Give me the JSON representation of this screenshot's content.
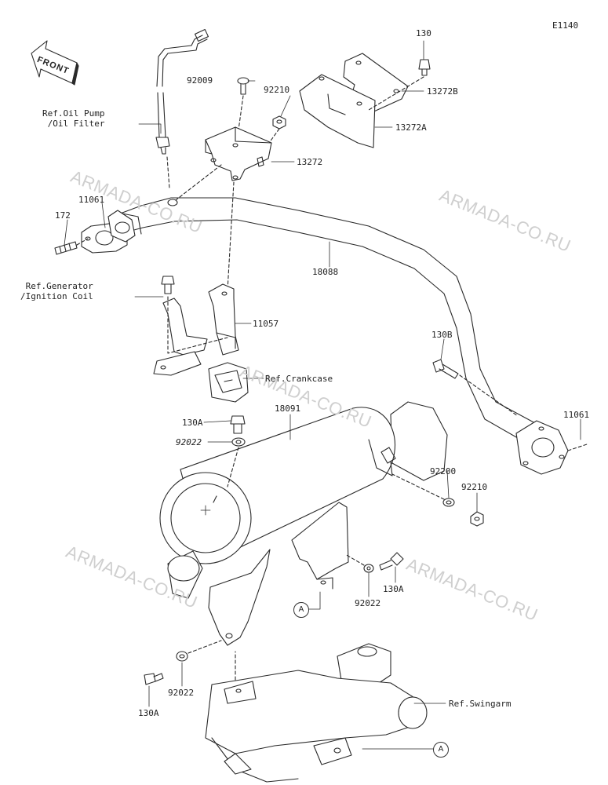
{
  "diagram_code": "E1140",
  "watermark": "ARMADA-CO.RU",
  "front_label": "FRONT",
  "callouts": {
    "a1": "A",
    "a2": "A"
  },
  "labels": {
    "p130": "130",
    "p92009": "92009",
    "p92210_top": "92210",
    "p13272B": "13272B",
    "p13272A": "13272A",
    "p13272": "13272",
    "ref_oil": "Ref.Oil Pump\n/Oil Filter",
    "p11061_left": "11061",
    "p172": "172",
    "p18088": "18088",
    "ref_gen": "Ref.Generator\n/Ignition Coil",
    "p11057": "11057",
    "ref_crank": "Ref.Crankcase",
    "p130B": "130B",
    "p11061_right": "11061",
    "p18091": "18091",
    "p130A_top": "130A",
    "p92022_top": "92022",
    "p92200": "92200",
    "p92210_right": "92210",
    "p92022_mid": "92022",
    "p130A_mid": "130A",
    "p92022_bot": "92022",
    "p130A_bot": "130A",
    "ref_swing": "Ref.Swingarm"
  }
}
